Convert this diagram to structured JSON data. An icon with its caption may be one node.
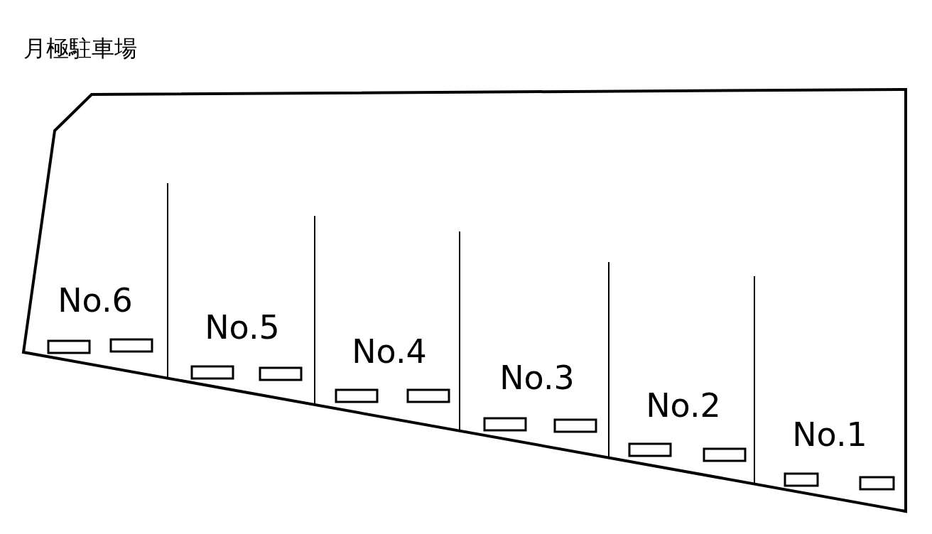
{
  "diagram": {
    "title": "月極駐車場",
    "labels": [
      "No.6",
      "No.5",
      "No.4",
      "No.3",
      "No.2",
      "No.1"
    ]
  }
}
